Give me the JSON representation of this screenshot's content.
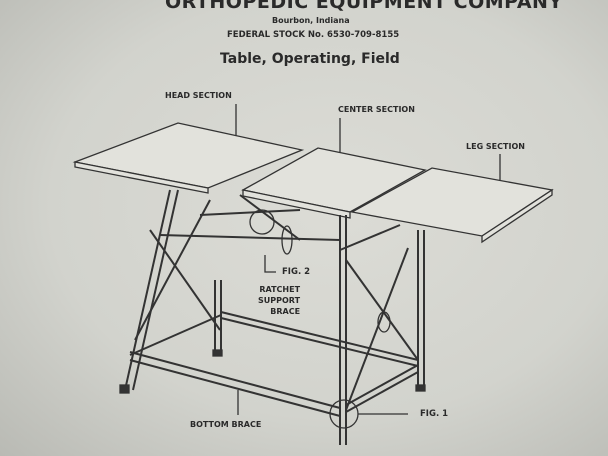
{
  "header": {
    "company": "ORTHOPEDIC EQUIPMENT COMPANY",
    "location": "Bourbon, Indiana",
    "stock_number": "FEDERAL STOCK No. 6530-709-8155",
    "title": "Table, Operating, Field"
  },
  "labels": {
    "head_section": "HEAD SECTION",
    "center_section": "CENTER SECTION",
    "leg_section": "LEG SECTION",
    "fig2": "FIG. 2",
    "ratchet1": "RATCHET",
    "ratchet2": "SUPPORT",
    "ratchet3": "BRACE",
    "bottom_brace": "BOTTOM BRACE",
    "fig1": "FIG. 1"
  }
}
